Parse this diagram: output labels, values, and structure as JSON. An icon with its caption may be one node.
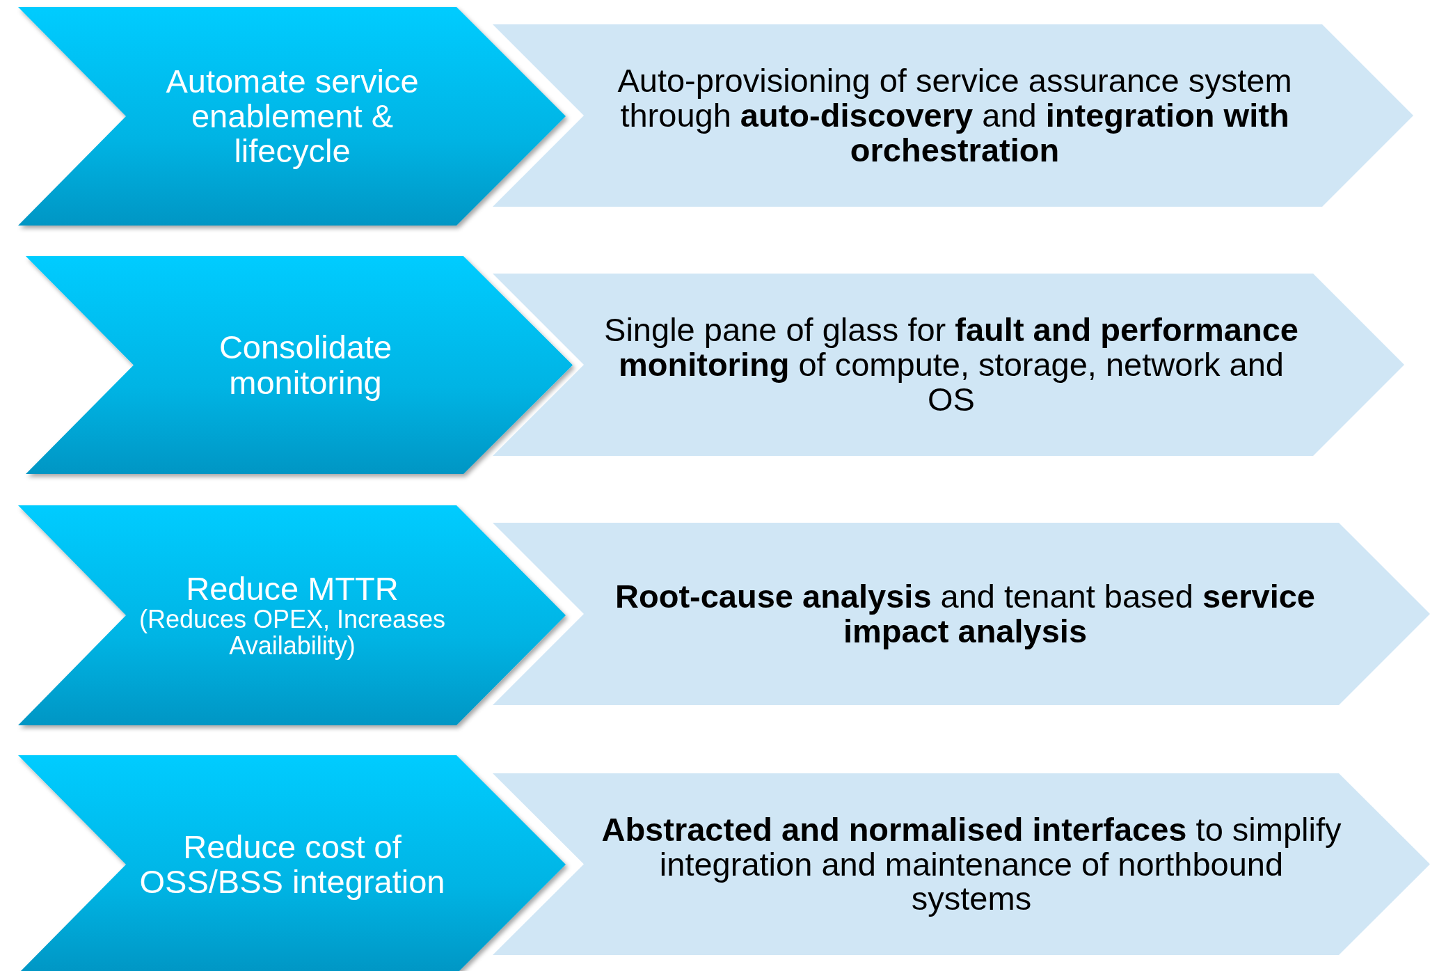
{
  "diagram": {
    "nodes": [
      {
        "text": [
          "Automate service enablement & lifecycle"
        ]
      },
      {
        "text": [
          "Auto-provisioning of service assurance system through **auto-discovery** and **integration with orchestration**"
        ]
      },
      {
        "text": [
          "Consolidate monitoring"
        ]
      },
      {
        "text": [
          "Single pane of glass for **fault and performance monitoring** of compute, storage, network and OS"
        ]
      },
      {
        "text": [
          "Reduce MTTR",
          "(Reduces OPEX, Increases Availability)"
        ]
      },
      {
        "text": [
          "**Root-cause analysis** and tenant based **service impact analysis**"
        ]
      },
      {
        "text": [
          "Reduce cost of OSS/BSS integration"
        ]
      },
      {
        "text": [
          "**Abstracted and normalised interfaces** to simplify integration and maintenance of northbound systems"
        ]
      }
    ]
  }
}
